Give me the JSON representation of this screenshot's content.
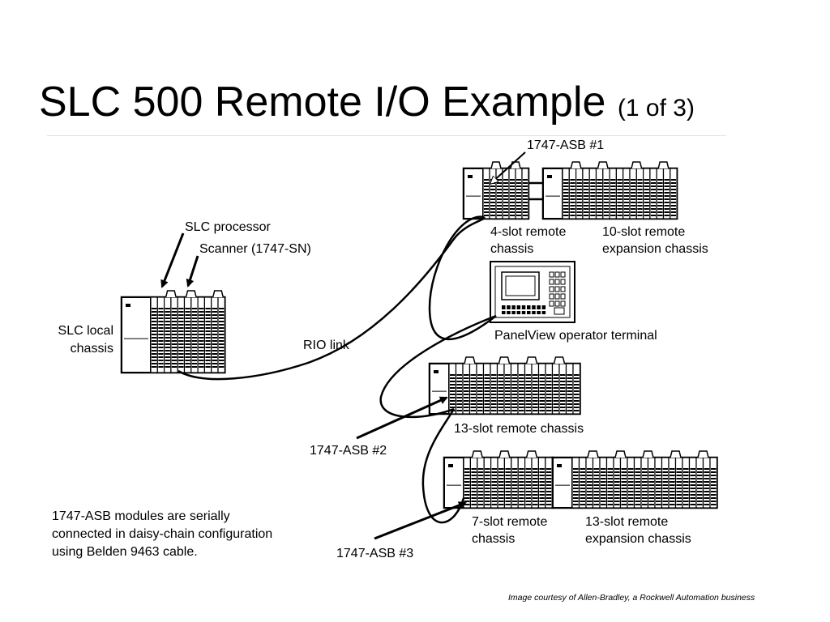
{
  "slide": {
    "title": "SLC 500 Remote I/O Example",
    "title_suffix": "(1 of 3)",
    "credit": "Image courtesy of Allen-Bradley, a Rockwell Automation business"
  },
  "labels": {
    "slc_processor": "SLC processor",
    "scanner": "Scanner (1747-SN)",
    "slc_local_line1": "SLC local",
    "slc_local_line2": "chassis",
    "rio_link": "RIO link",
    "asb1": "1747-ASB #1",
    "four_slot_line1": "4-slot remote",
    "four_slot_line2": "chassis",
    "ten_slot_line1": "10-slot remote",
    "ten_slot_line2": "expansion chassis",
    "panelview": "PanelView operator terminal",
    "thirteen_slot": "13-slot remote chassis",
    "asb2": "1747-ASB #2",
    "seven_slot_line1": "7-slot remote",
    "seven_slot_line2": "chassis",
    "thirteen_exp_line1": "13-slot remote",
    "thirteen_exp_line2": "expansion chassis",
    "asb3": "1747-ASB #3",
    "note_line1": "1747-ASB modules are serially",
    "note_line2": "connected in daisy-chain configuration",
    "note_line3": "using Belden 9463 cable."
  }
}
